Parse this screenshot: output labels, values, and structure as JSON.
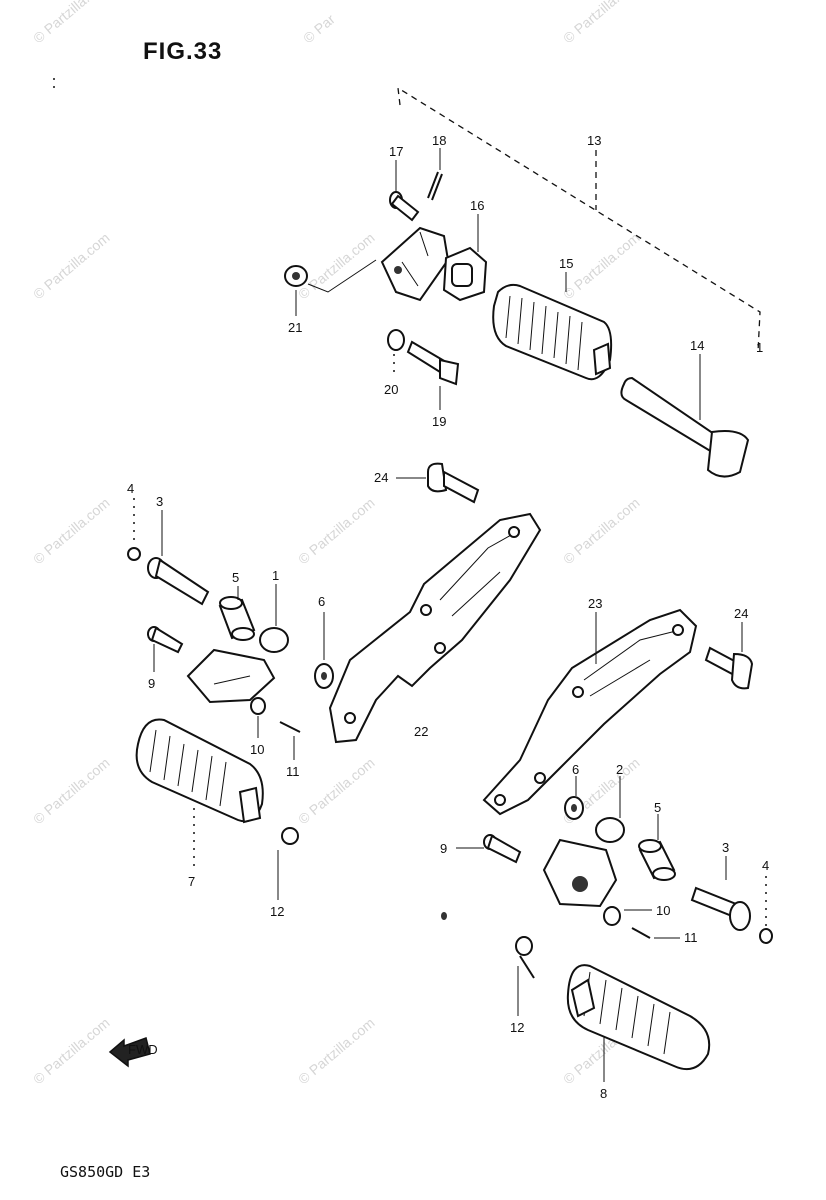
{
  "figure": {
    "title": "FIG.33",
    "model_code": "GS850GD E3"
  },
  "watermark": {
    "text": "© Partzilla.com",
    "top_text": "© Par"
  },
  "fwd_arrow": {
    "label": "FWD"
  },
  "callouts": [
    {
      "id": "c17",
      "label": "17"
    },
    {
      "id": "c18",
      "label": "18"
    },
    {
      "id": "c13",
      "label": "13"
    },
    {
      "id": "c16",
      "label": "16"
    },
    {
      "id": "c15",
      "label": "15"
    },
    {
      "id": "c21",
      "label": "21"
    },
    {
      "id": "c1a",
      "label": "1"
    },
    {
      "id": "c14",
      "label": "14"
    },
    {
      "id": "c20",
      "label": "20"
    },
    {
      "id": "c19",
      "label": "19"
    },
    {
      "id": "c24a",
      "label": "24"
    },
    {
      "id": "c4a",
      "label": "4"
    },
    {
      "id": "c3a",
      "label": "3"
    },
    {
      "id": "c5a",
      "label": "5"
    },
    {
      "id": "c1b",
      "label": "1"
    },
    {
      "id": "c6a",
      "label": "6"
    },
    {
      "id": "c9a",
      "label": "9"
    },
    {
      "id": "c22",
      "label": "22"
    },
    {
      "id": "c10a",
      "label": "10"
    },
    {
      "id": "c11a",
      "label": "11"
    },
    {
      "id": "c23",
      "label": "23"
    },
    {
      "id": "c24b",
      "label": "24"
    },
    {
      "id": "c7",
      "label": "7"
    },
    {
      "id": "c12a",
      "label": "12"
    },
    {
      "id": "c6b",
      "label": "6"
    },
    {
      "id": "c2",
      "label": "2"
    },
    {
      "id": "c5b",
      "label": "5"
    },
    {
      "id": "c9b",
      "label": "9"
    },
    {
      "id": "c3b",
      "label": "3"
    },
    {
      "id": "c4b",
      "label": "4"
    },
    {
      "id": "c10b",
      "label": "10"
    },
    {
      "id": "c11b",
      "label": "11"
    },
    {
      "id": "c12b",
      "label": "12"
    },
    {
      "id": "c8",
      "label": "8"
    }
  ]
}
